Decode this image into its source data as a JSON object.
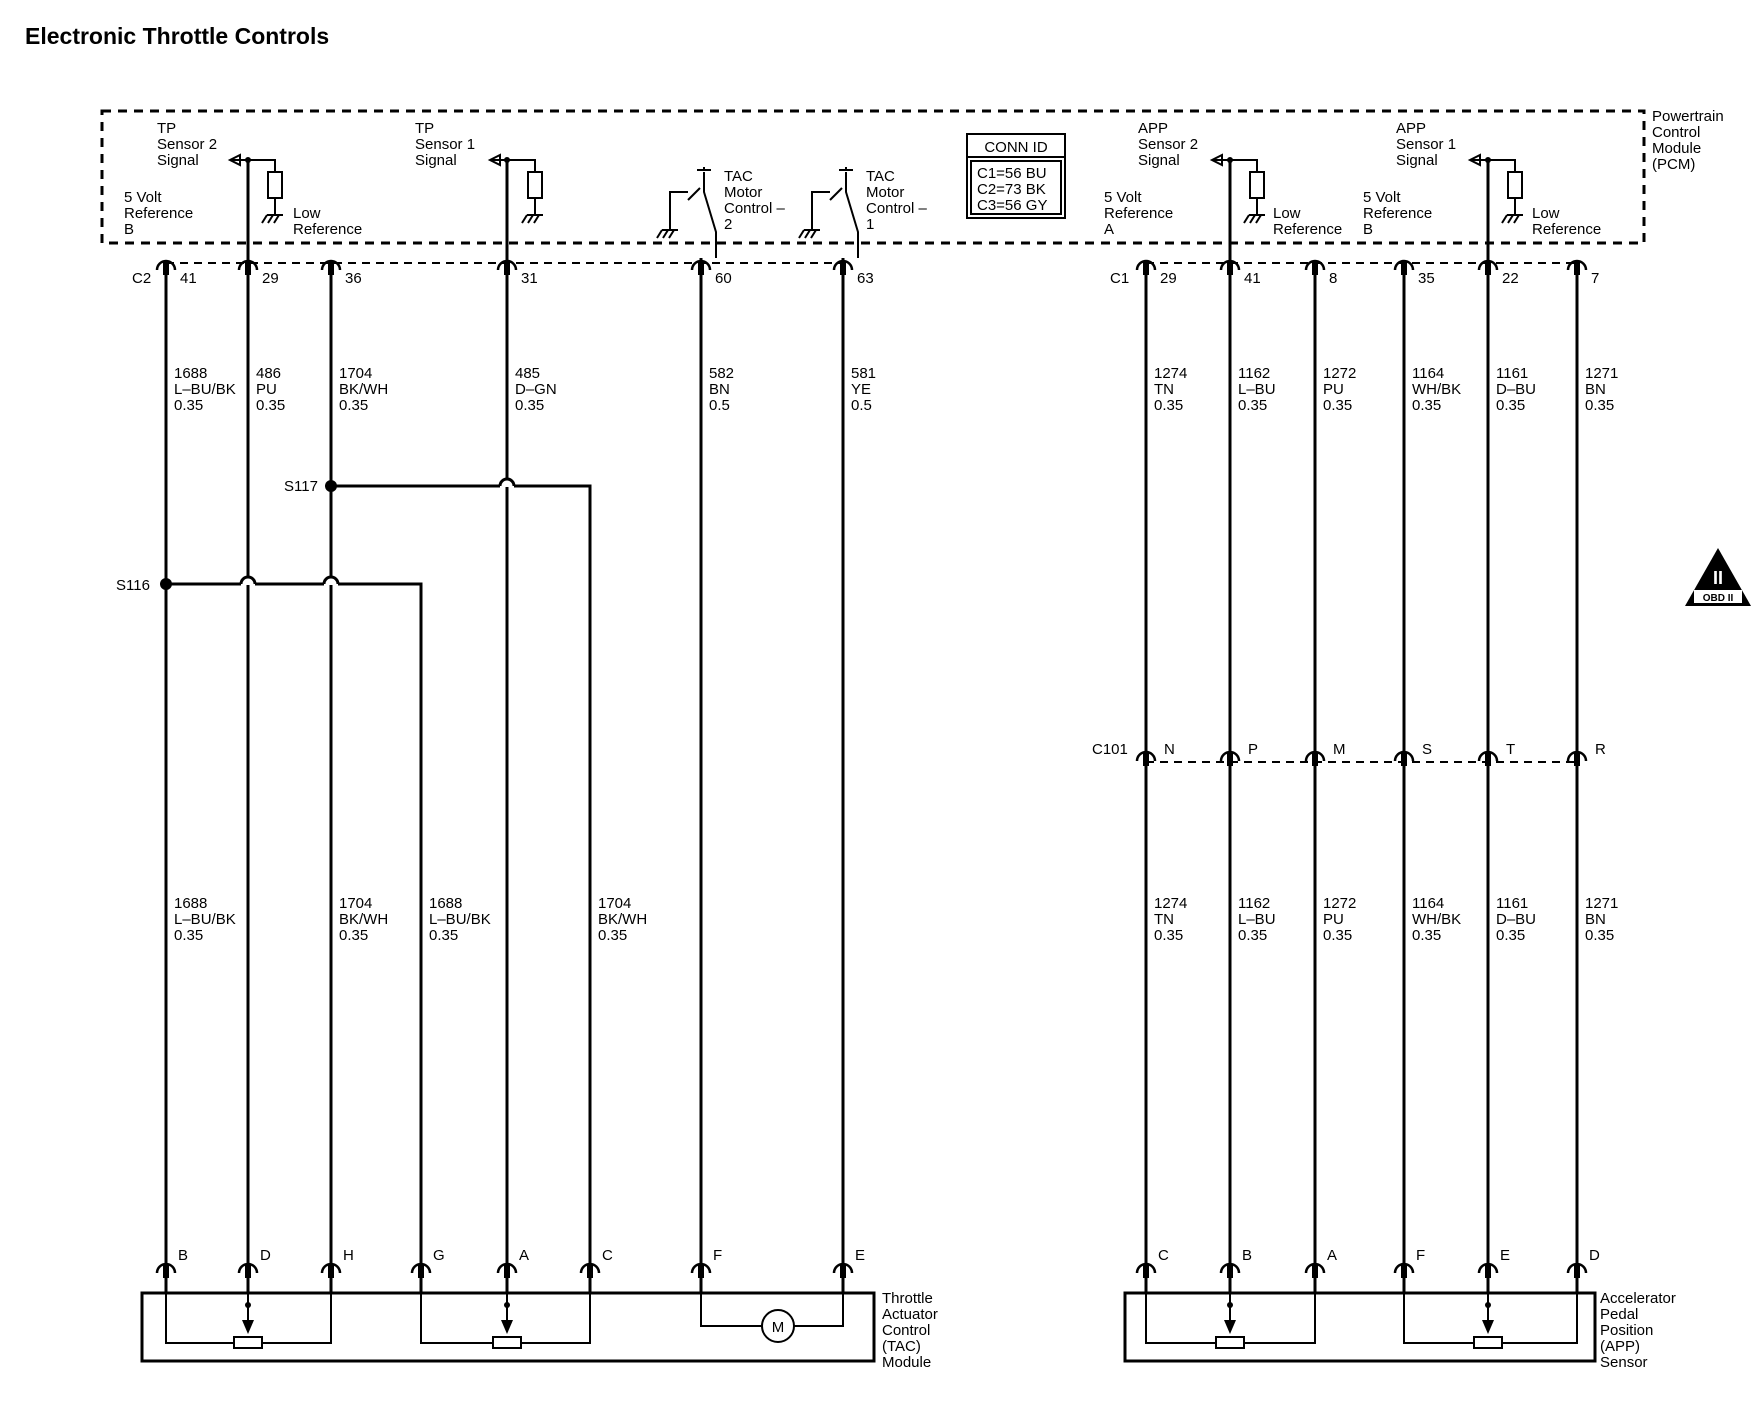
{
  "title": "Electronic Throttle Controls",
  "pcm_label": [
    "Powertrain",
    "Control",
    "Module",
    "(PCM)"
  ],
  "conn_id": {
    "header": "CONN ID",
    "lines": [
      "C1=56 BU",
      "C2=73 BK",
      "C3=56 GY"
    ]
  },
  "pcm_labels": {
    "tp2_signal": [
      "TP",
      "Sensor 2",
      "Signal"
    ],
    "five_volt_b": [
      "5 Volt",
      "Reference",
      "B"
    ],
    "low_ref_1": [
      "Low",
      "Reference"
    ],
    "tp1_signal": [
      "TP",
      "Sensor 1",
      "Signal"
    ],
    "tac2": [
      "TAC",
      "Motor",
      "Control –",
      "2"
    ],
    "tac1": [
      "TAC",
      "Motor",
      "Control –",
      "1"
    ],
    "app2_signal": [
      "APP",
      "Sensor 2",
      "Signal"
    ],
    "five_volt_a": [
      "5 Volt",
      "Reference",
      "A"
    ],
    "low_ref_2": [
      "Low",
      "Reference"
    ],
    "app1_signal": [
      "APP",
      "Sensor 1",
      "Signal"
    ],
    "five_volt_b2": [
      "5 Volt",
      "Reference",
      "B"
    ],
    "low_ref_3": [
      "Low",
      "Reference"
    ]
  },
  "connectors": {
    "c2": "C2",
    "c1": "C1",
    "c101": "C101"
  },
  "c2_pins": [
    "41",
    "29",
    "36",
    "31",
    "60",
    "63"
  ],
  "c1_pins": [
    "29",
    "41",
    "8",
    "35",
    "22",
    "7"
  ],
  "c101_pins": [
    "N",
    "P",
    "M",
    "S",
    "T",
    "R"
  ],
  "upper_left_wires": [
    [
      "1688",
      "L–BU/BK",
      "0.35"
    ],
    [
      "486",
      "PU",
      "0.35"
    ],
    [
      "1704",
      "BK/WH",
      "0.35"
    ],
    [
      "485",
      "D–GN",
      "0.35"
    ],
    [
      "582",
      "BN",
      "0.5"
    ],
    [
      "581",
      "YE",
      "0.5"
    ]
  ],
  "lower_left_wires": [
    [
      "1688",
      "L–BU/BK",
      "0.35"
    ],
    [
      "1704",
      "BK/WH",
      "0.35"
    ],
    [
      "1688",
      "L–BU/BK",
      "0.35"
    ],
    [
      "1704",
      "BK/WH",
      "0.35"
    ]
  ],
  "right_wires": [
    [
      "1274",
      "TN",
      "0.35"
    ],
    [
      "1162",
      "L–BU",
      "0.35"
    ],
    [
      "1272",
      "PU",
      "0.35"
    ],
    [
      "1164",
      "WH/BK",
      "0.35"
    ],
    [
      "1161",
      "D–BU",
      "0.35"
    ],
    [
      "1271",
      "BN",
      "0.35"
    ]
  ],
  "splices": {
    "s117": "S117",
    "s116": "S116"
  },
  "tac_pins": [
    "B",
    "D",
    "H",
    "G",
    "A",
    "C",
    "F",
    "E"
  ],
  "app_pins": [
    "C",
    "B",
    "A",
    "F",
    "E",
    "D"
  ],
  "tac_module": [
    "Throttle",
    "Actuator",
    "Control",
    "(TAC)",
    "Module"
  ],
  "app_sensor": [
    "Accelerator",
    "Pedal",
    "Position",
    "(APP)",
    "Sensor"
  ],
  "motor_label": "M",
  "obd_badge": {
    "numeral": "II",
    "text": "OBD II"
  }
}
